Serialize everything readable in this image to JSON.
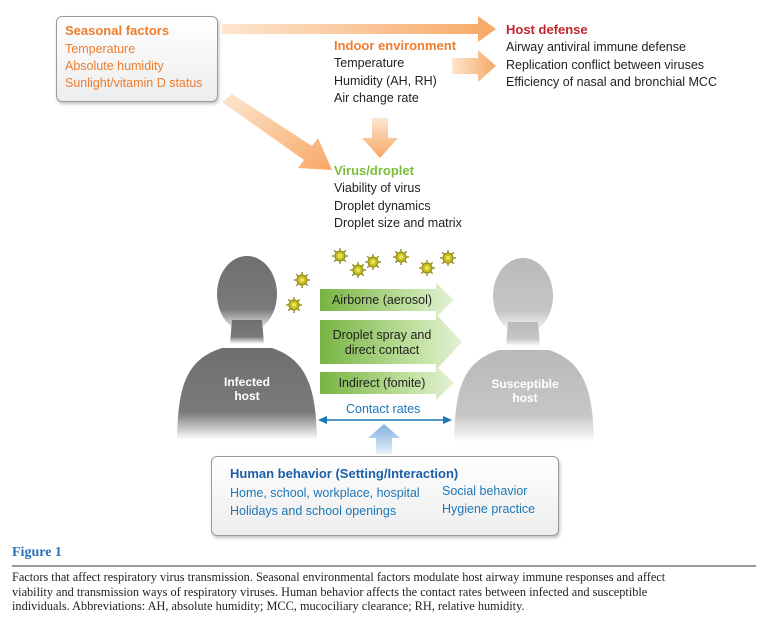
{
  "seasonal_factors": {
    "title": "Seasonal factors",
    "items": [
      "Temperature",
      "Absolute humidity",
      "Sunlight/vitamin D status"
    ]
  },
  "indoor_environment": {
    "title": "Indoor environment",
    "items": [
      "Temperature",
      "Humidity (AH, RH)",
      "Air change rate"
    ]
  },
  "host_defense": {
    "title": "Host defense",
    "items": [
      "Airway antiviral immune defense",
      "Replication conflict between viruses",
      "Efficiency of nasal and bronchial MCC"
    ]
  },
  "virus_droplet": {
    "title": "Virus/droplet",
    "items": [
      "Viability of virus",
      "Droplet dynamics",
      "Droplet size and matrix"
    ]
  },
  "hosts": {
    "infected": [
      "Infected",
      "host"
    ],
    "susceptible": [
      "Susceptible",
      "host"
    ]
  },
  "routes": {
    "airborne": "Airborne (aerosol)",
    "droplet": [
      "Droplet spray and",
      "direct contact"
    ],
    "indirect": "Indirect (fomite)"
  },
  "contact_rates": "Contact rates",
  "human_behavior": {
    "title": "Human behavior (Setting/Interaction)",
    "left_items": [
      "Home, school, workplace, hospital",
      "Holidays and school openings"
    ],
    "right_items": [
      "Social behavior",
      "Hygiene practice"
    ]
  },
  "caption": {
    "title": "Figure 1",
    "text": [
      "Factors that affect respiratory virus transmission. Seasonal environmental factors modulate host airway immune responses and affect",
      "viability and transmission ways of respiratory viruses. Human behavior affects the contact rates between infected and susceptible",
      "individuals. Abbreviations: AH, absolute humidity; MCC, mucociliary clearance; RH, relative humidity."
    ]
  },
  "colors": {
    "orange": "#ee7d2d",
    "red": "#c0272d",
    "green": "#7bbf3a",
    "blue": "#1b77b8",
    "arrow_orange": "#f8b77a",
    "arrow_green": "#b9db95",
    "arrow_blue": "#8fb8e0"
  }
}
